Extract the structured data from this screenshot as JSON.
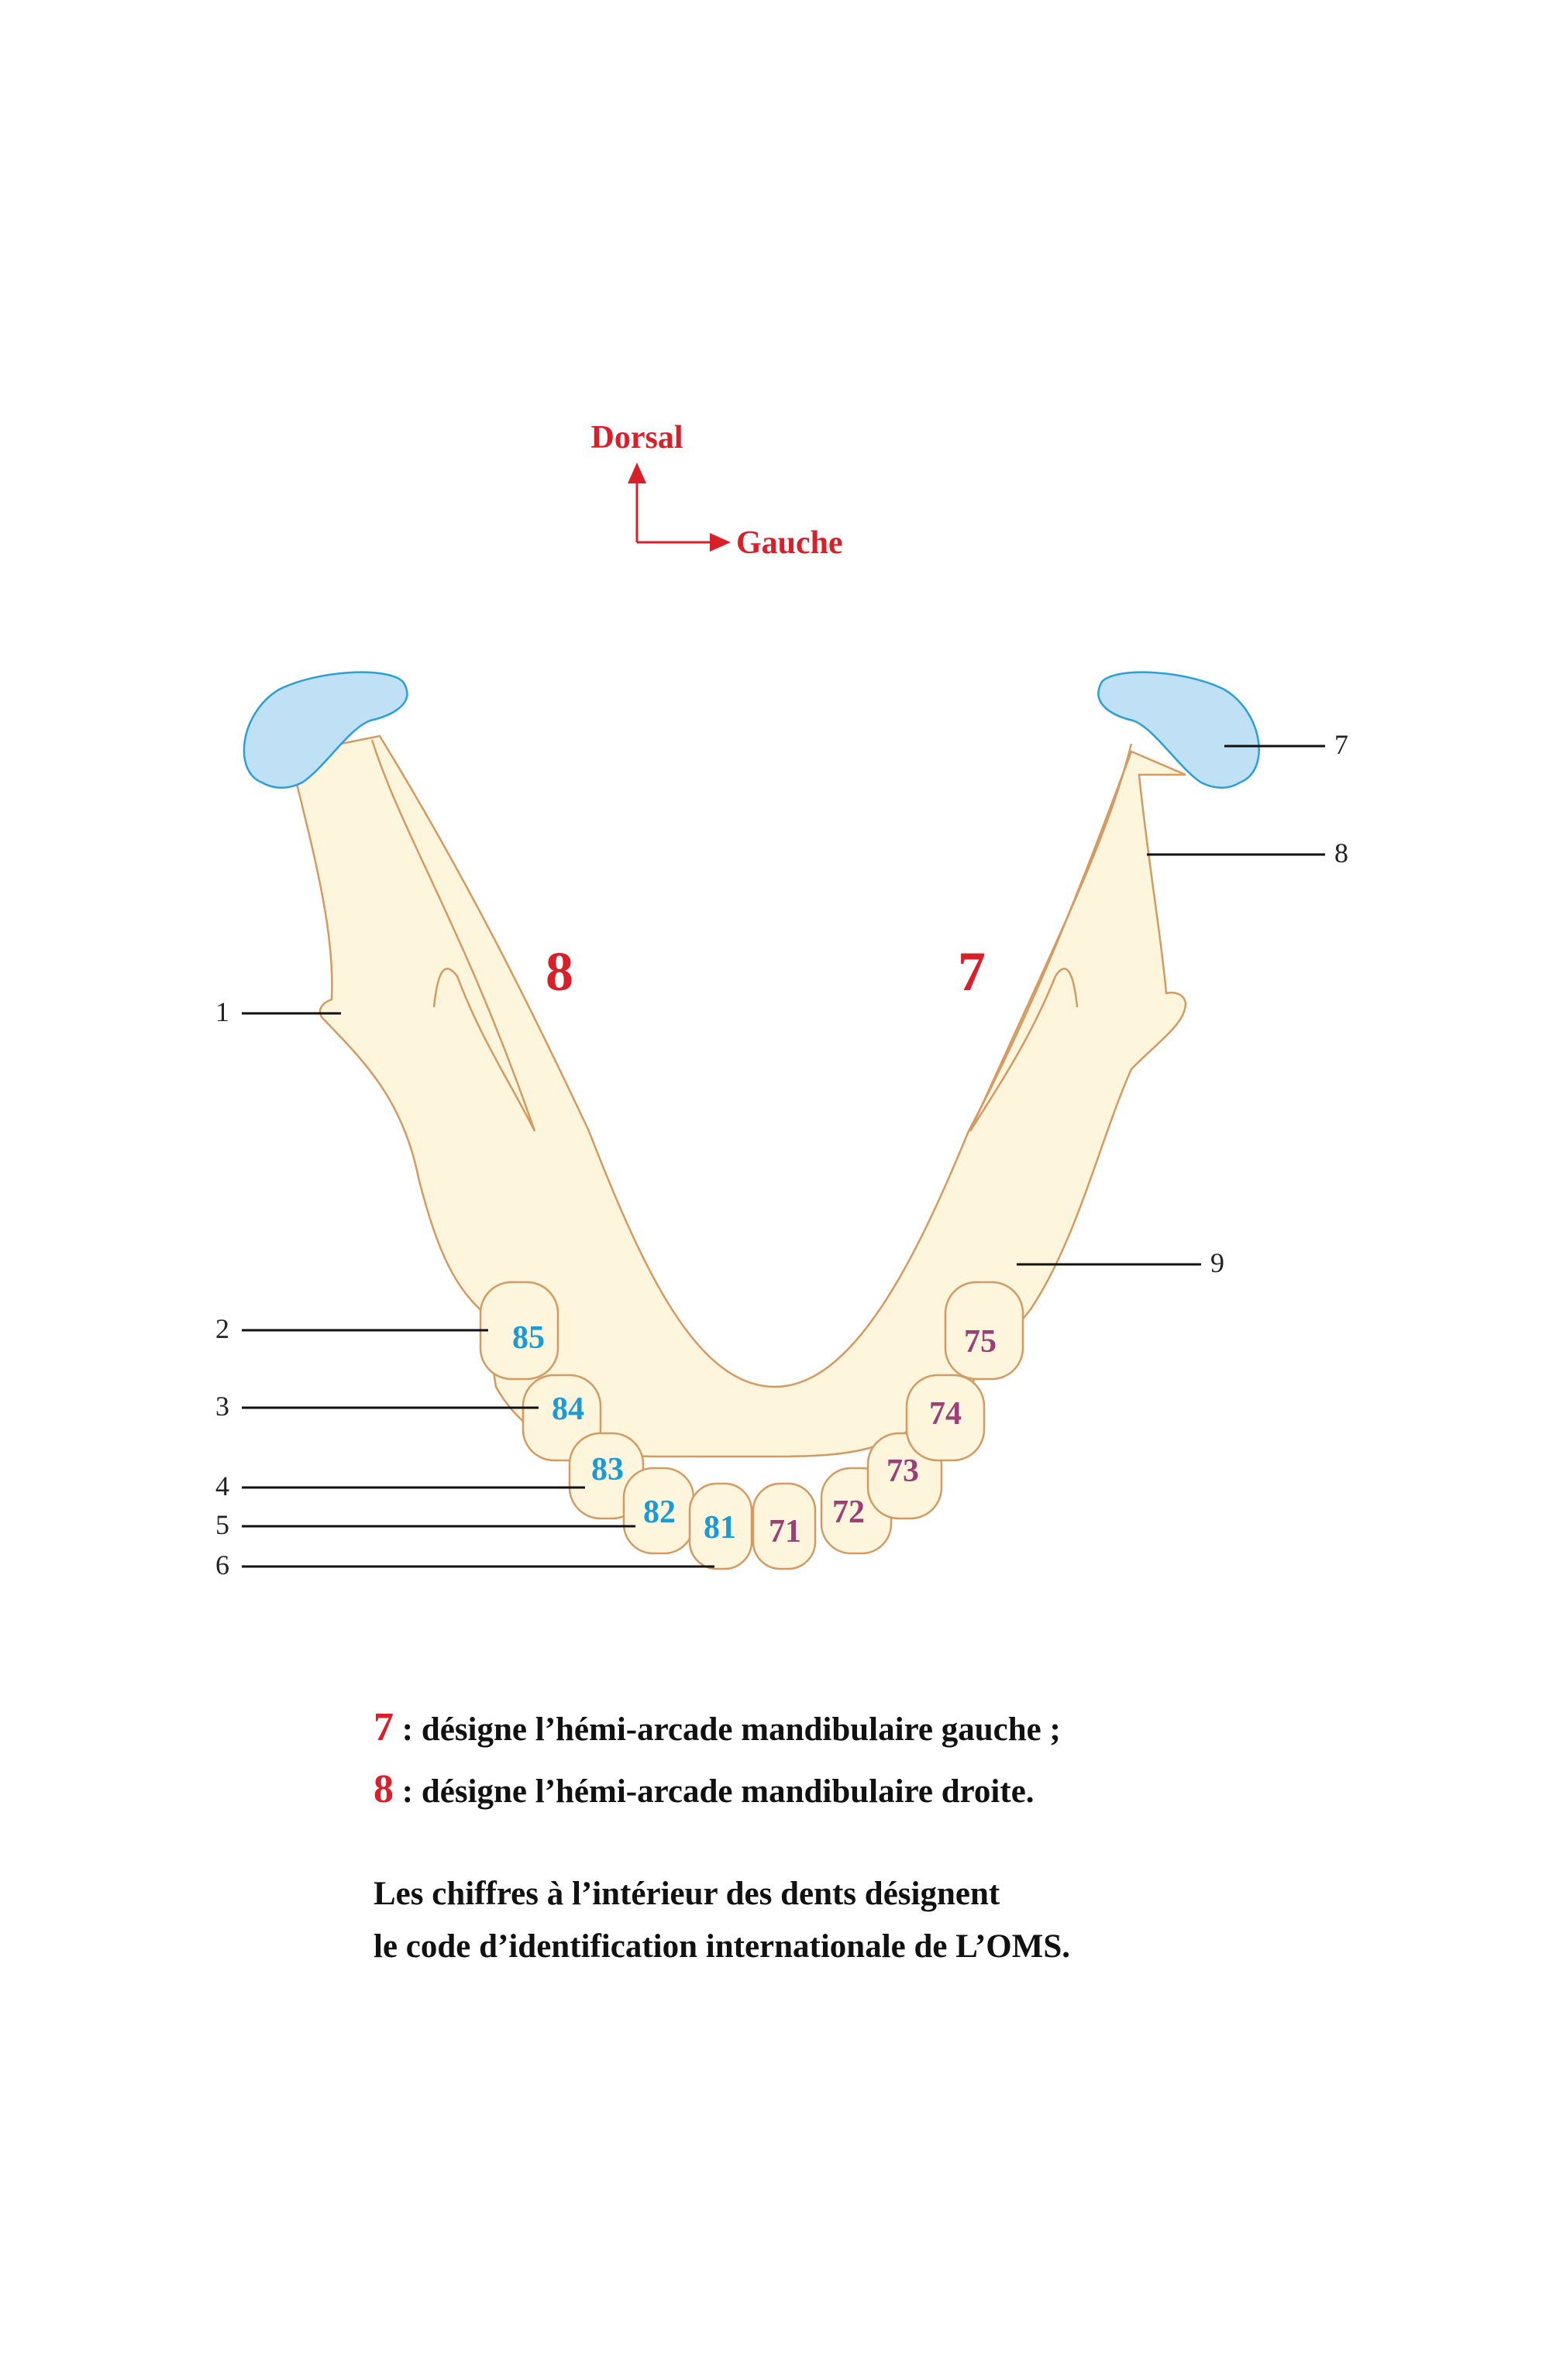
{
  "orientation": {
    "dorsal_label": "Dorsal",
    "left_label": "Gauche",
    "color": "#d8202a"
  },
  "quadrants": {
    "right": "8",
    "left": "7",
    "color": "#d8202a"
  },
  "callouts": [
    "1",
    "2",
    "3",
    "4",
    "5",
    "6",
    "7",
    "8",
    "9"
  ],
  "teeth": {
    "right_color": "#1b9ad6",
    "left_color": "#9b3f78",
    "right": [
      "85",
      "84",
      "83",
      "82",
      "81"
    ],
    "left": [
      "71",
      "72",
      "73",
      "74",
      "75"
    ]
  },
  "colors": {
    "bone_fill": "#fdf6dc",
    "bone_outline": "#d49a62",
    "condyle_fill": "#bfe0f5",
    "condyle_outline": "#2b9fd8",
    "leader_line": "#111111"
  },
  "legend": {
    "line7_num": "7",
    "line7_text": " : désigne l’hémi-arcade mandibulaire gauche ;",
    "line8_num": "8",
    "line8_text": " : désigne l’hémi-arcade mandibulaire droite.",
    "note_line1": "Les chiffres à l’intérieur des dents désignent",
    "note_line2": "le code d’identification internationale de L’OMS."
  }
}
